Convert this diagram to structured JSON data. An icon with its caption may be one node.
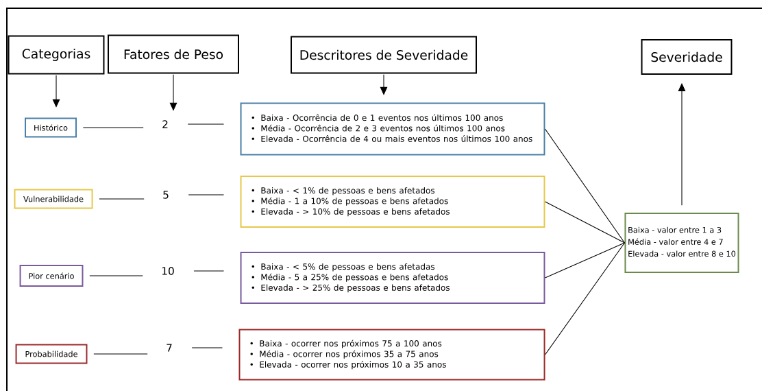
{
  "diagram": {
    "nodes": [
      {
        "text": [
          "Categorias"
        ]
      },
      {
        "text": [
          "Fatores de Peso"
        ]
      },
      {
        "text": [
          "Descritores de Severidade"
        ]
      },
      {
        "text": [
          "Severidade"
        ]
      },
      {
        "text": [
          "Histórico"
        ]
      },
      {
        "text": [
          "2"
        ]
      },
      {
        "text": [
          "Baixa - Ocorrência de 0 e 1 eventos nos últimos 100 anos",
          "Média - Ocorrência de 2 e 3 eventos nos últimos 100 anos",
          "Elevada - Ocorrência de 4 ou mais eventos nos últimos 100 anos"
        ]
      },
      {
        "text": [
          "Vulnerabilidade"
        ]
      },
      {
        "text": [
          "5"
        ]
      },
      {
        "text": [
          "Baixa - < 1% de pessoas e bens afetados",
          "Média - 1 a 10% de pessoas e bens afetados",
          "Elevada - > 10% de pessoas e bens afetados"
        ]
      },
      {
        "text": [
          "Pior cenário"
        ]
      },
      {
        "text": [
          "10"
        ]
      },
      {
        "text": [
          "Baixa - < 5% de pessoas e bens afetadas",
          "Média - 5 a 25% de pessoas e bens afetados",
          "Elevada - > 25% de pessoas e bens afetados"
        ]
      },
      {
        "text": [
          "Probabilidade"
        ]
      },
      {
        "text": [
          "7"
        ]
      },
      {
        "text": [
          "Baixa - ocorrer nos próximos 75 a 100 anos",
          "Média - ocorrer nos próximos 35 a 75 anos",
          "Elevada - ocorrer nos próximos 10 a 35 anos"
        ]
      },
      {
        "text": [
          "Baixa - valor entre 1 a 3",
          "Média - valor entre 4 e 7",
          "Elevada - valor entre 8 e 10"
        ]
      }
    ],
    "edges": [
      {
        "from": 0,
        "to": 4,
        "arrow": "to"
      },
      {
        "from": 1,
        "to": 5,
        "arrow": "to"
      },
      {
        "from": 2,
        "to": 6,
        "arrow": "to"
      },
      {
        "from": 16,
        "to": 3,
        "arrow": "to"
      },
      {
        "from": 4,
        "to": 5,
        "arrow": "none"
      },
      {
        "from": 5,
        "to": 6,
        "arrow": "none"
      },
      {
        "from": 7,
        "to": 8,
        "arrow": "none"
      },
      {
        "from": 8,
        "to": 9,
        "arrow": "none"
      },
      {
        "from": 10,
        "to": 11,
        "arrow": "none"
      },
      {
        "from": 11,
        "to": 12,
        "arrow": "none"
      },
      {
        "from": 13,
        "to": 14,
        "arrow": "none"
      },
      {
        "from": 14,
        "to": 15,
        "arrow": "none"
      },
      {
        "from": 6,
        "to": 16,
        "arrow": "none"
      },
      {
        "from": 9,
        "to": 16,
        "arrow": "none"
      },
      {
        "from": 12,
        "to": 16,
        "arrow": "none"
      },
      {
        "from": 15,
        "to": 16,
        "arrow": "none"
      }
    ]
  }
}
